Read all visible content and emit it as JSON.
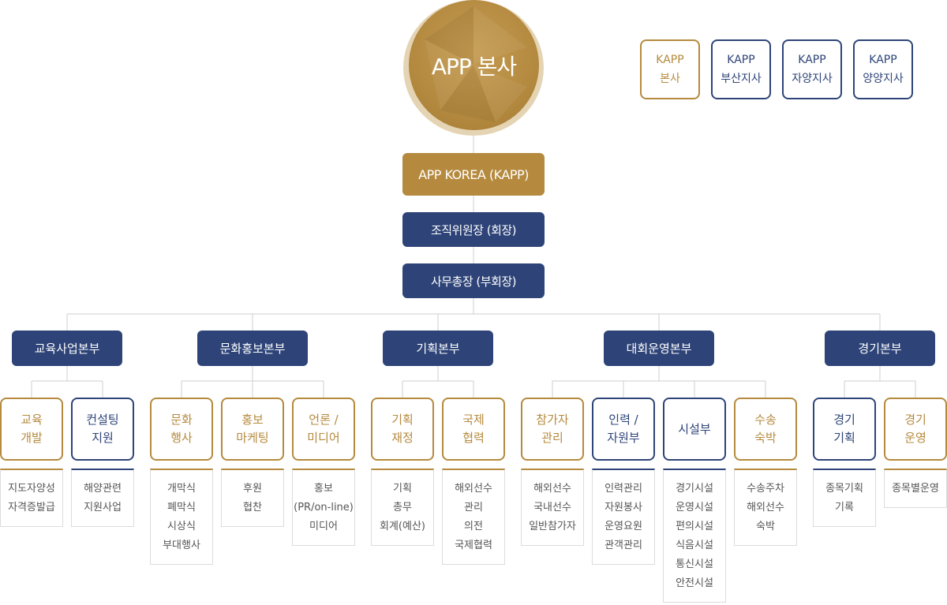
{
  "colors": {
    "gold": "#b58a3e",
    "navy": "#2e4478",
    "line": "#cccccc"
  },
  "hq": {
    "label": "APP 본사"
  },
  "branches": [
    {
      "line1": "KAPP",
      "line2": "본사",
      "color": "gold"
    },
    {
      "line1": "KAPP",
      "line2": "부산지사",
      "color": "navy"
    },
    {
      "line1": "KAPP",
      "line2": "자양지사",
      "color": "navy"
    },
    {
      "line1": "KAPP",
      "line2": "양양지사",
      "color": "navy"
    }
  ],
  "chain": [
    {
      "label": "APP KOREA (KAPP)",
      "color": "gold"
    },
    {
      "label": "조직위원장 (회장)",
      "color": "navy"
    },
    {
      "label": "사무총장 (부회장)",
      "color": "navy"
    }
  ],
  "divisions": [
    {
      "label": "교육사업본부"
    },
    {
      "label": "문화홍보본부"
    },
    {
      "label": "기획본부"
    },
    {
      "label": "대회운영본부"
    },
    {
      "label": "경기본부"
    }
  ],
  "teams": [
    {
      "lines": [
        "교육",
        "개발"
      ],
      "color": "gold",
      "duties": [
        "지도자양성",
        "자격증발급"
      ]
    },
    {
      "lines": [
        "컨설팅",
        "지원"
      ],
      "color": "navy",
      "duties": [
        "해양관련",
        "지원사업"
      ]
    },
    {
      "lines": [
        "문화",
        "행사"
      ],
      "color": "gold",
      "duties": [
        "개막식",
        "폐막식",
        "시상식",
        "부대행사"
      ]
    },
    {
      "lines": [
        "홍보",
        "마케팅"
      ],
      "color": "gold",
      "duties": [
        "후원",
        "협찬"
      ]
    },
    {
      "lines": [
        "언론 /",
        "미디어"
      ],
      "color": "gold",
      "duties": [
        "홍보",
        "(PR/on-line)",
        "미디어"
      ]
    },
    {
      "lines": [
        "기획",
        "재정"
      ],
      "color": "gold",
      "duties": [
        "기획",
        "총무",
        "회계(예산)"
      ]
    },
    {
      "lines": [
        "국제",
        "협력"
      ],
      "color": "gold",
      "duties": [
        "해외선수",
        "관리",
        "의전",
        "국제협력"
      ]
    },
    {
      "lines": [
        "참가자",
        "관리"
      ],
      "color": "gold",
      "duties": [
        "해외선수",
        "국내선수",
        "일반참가자"
      ]
    },
    {
      "lines": [
        "인력 /",
        "자원부"
      ],
      "color": "navy",
      "duties": [
        "인력관리",
        "자원봉사",
        "운영요원",
        "관객관리"
      ]
    },
    {
      "lines": [
        "시설부"
      ],
      "color": "navy",
      "duties": [
        "경기시설",
        "운영시설",
        "편의시설",
        "식음시설",
        "통신시설",
        "안전시설"
      ]
    },
    {
      "lines": [
        "수송",
        "숙박"
      ],
      "color": "gold",
      "duties": [
        "수송주차",
        "해외선수",
        "숙박"
      ]
    },
    {
      "lines": [
        "경기",
        "기획"
      ],
      "color": "navy",
      "duties": [
        "종목기획",
        "기록"
      ]
    },
    {
      "lines": [
        "경기",
        "운영"
      ],
      "color": "gold",
      "duties": [
        "종목별운영"
      ]
    }
  ]
}
